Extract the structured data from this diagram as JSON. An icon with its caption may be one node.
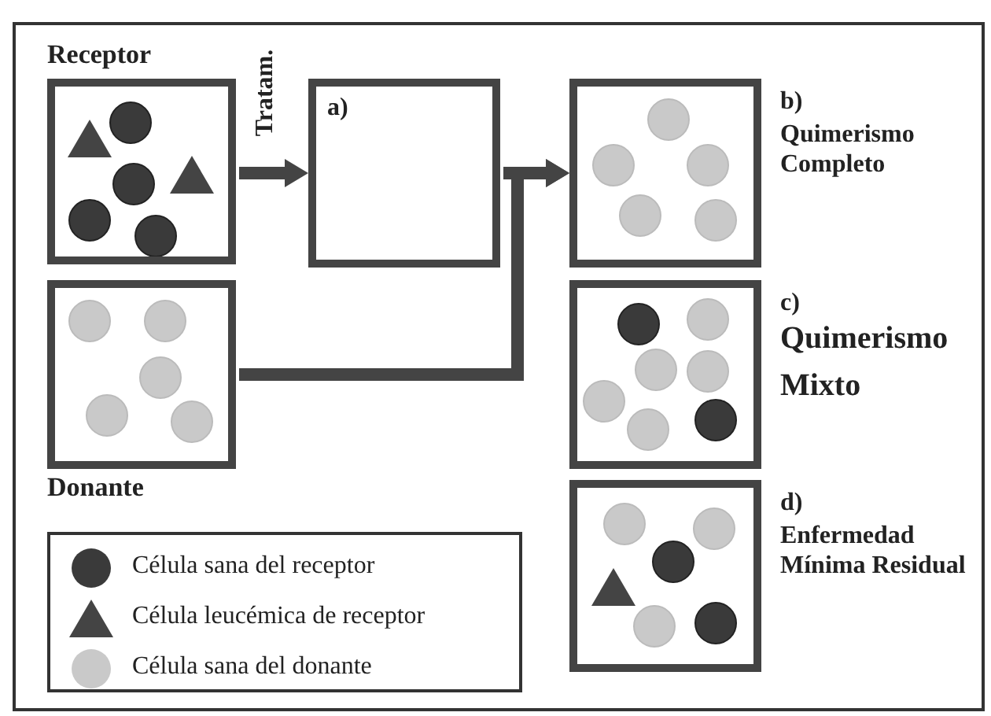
{
  "diagram": {
    "nodes": [
      {
        "text": [
          "Receptor"
        ]
      },
      {
        "text": [
          "a)"
        ]
      },
      {
        "text": [
          "Donante"
        ]
      },
      {
        "text": [
          "b)",
          "Quimerismo Completo"
        ]
      },
      {
        "text": [
          "c)",
          "Quimerismo Mixto"
        ]
      },
      {
        "text": [
          "d)",
          "Enfermedad Mínima Residual"
        ]
      }
    ],
    "edges": [
      {
        "from": 0,
        "to": 1,
        "arrow": "to",
        "label": "Tratam."
      },
      {
        "from": 1,
        "to": 3,
        "arrow": "to"
      },
      {
        "from": 2,
        "to": 3,
        "arrow": "to"
      }
    ],
    "legend": [
      {
        "text": "Célula sana del receptor"
      },
      {
        "text": "Célula leucémica de receptor"
      },
      {
        "text": "Célula sana del donante"
      }
    ]
  }
}
